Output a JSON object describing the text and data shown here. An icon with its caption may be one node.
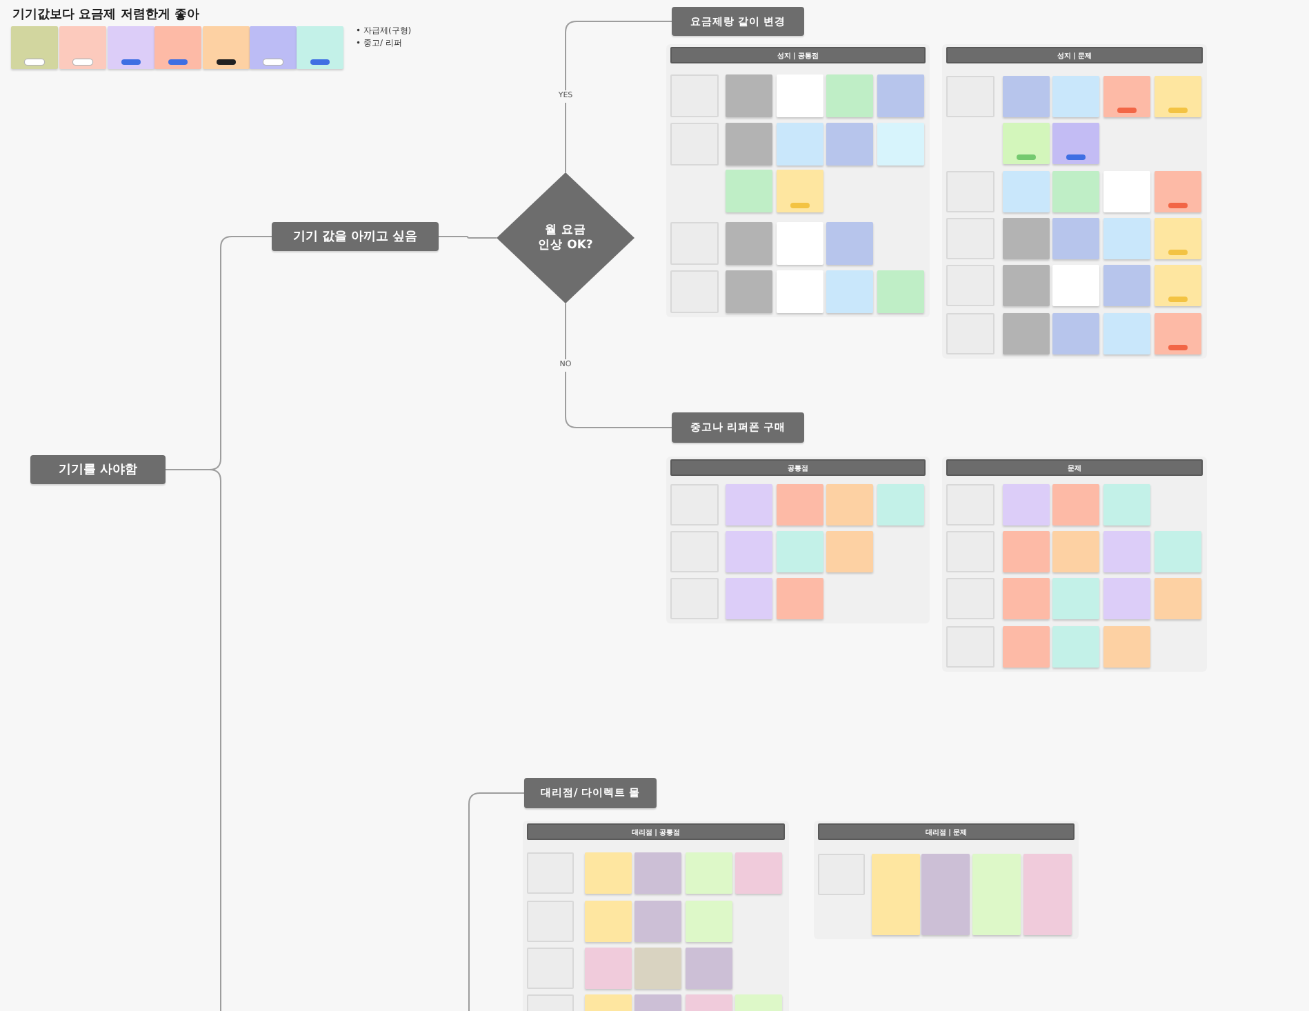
{
  "diagram": {
    "title": "기기값보다 요금제 저렴한게 좋아",
    "nodes": [
      {
        "text": [],
        "shape": "box"
      },
      {
        "text": [],
        "shape": "box"
      },
      {
        "text": [],
        "shape": "box"
      },
      {
        "text": [],
        "shape": "box"
      },
      {
        "text": [],
        "shape": "box"
      },
      {
        "text": [],
        "shape": "box"
      },
      {
        "text": [],
        "shape": "box"
      },
      {
        "text": [
          "기기를 사야함"
        ]
      },
      {
        "text": [
          "기기 값을 아끼고 싶음"
        ]
      },
      {
        "text": [
          "월 요금 인상 OK?"
        ]
      },
      {
        "text": [
          "요금제랑 같이 변경"
        ]
      },
      {
        "text": [
          "성지 | 공통점"
        ]
      },
      {
        "text": [],
        "shape": "box",
        "in": 11
      },
      {
        "text": [],
        "shape": "box",
        "in": 11
      },
      {
        "text": [],
        "shape": "box",
        "in": 11
      },
      {
        "text": [],
        "shape": "box",
        "in": 11
      },
      {
        "text": [],
        "shape": "box",
        "in": 11
      },
      {
        "text": [],
        "shape": "box",
        "in": 11
      },
      {
        "text": [],
        "shape": "box",
        "in": 11
      },
      {
        "text": [],
        "shape": "box",
        "in": 11
      },
      {
        "text": [],
        "shape": "box",
        "in": 11
      },
      {
        "text": [],
        "shape": "box",
        "in": 11
      },
      {
        "text": [],
        "shape": "box",
        "in": 11
      },
      {
        "text": [],
        "shape": "box",
        "in": 11
      },
      {
        "text": [],
        "shape": "box",
        "in": 11
      },
      {
        "text": [],
        "shape": "box",
        "in": 11
      },
      {
        "text": [],
        "shape": "box",
        "in": 11
      },
      {
        "text": [],
        "shape": "box",
        "in": 11
      },
      {
        "text": [],
        "shape": "box",
        "in": 11
      },
      {
        "text": [],
        "shape": "box",
        "in": 11
      },
      {
        "text": [],
        "shape": "box",
        "in": 11
      },
      {
        "text": [],
        "shape": "box",
        "in": 11
      },
      {
        "text": [],
        "shape": "box",
        "in": 11
      },
      {
        "text": [
          "성지 | 문제"
        ]
      },
      {
        "text": [],
        "shape": "box",
        "in": 33
      },
      {
        "text": [],
        "shape": "box",
        "in": 33
      },
      {
        "text": [],
        "shape": "box",
        "in": 33
      },
      {
        "text": [],
        "shape": "box",
        "in": 33
      },
      {
        "text": [],
        "shape": "box",
        "in": 33
      },
      {
        "text": [],
        "shape": "box",
        "in": 33
      },
      {
        "text": [],
        "shape": "box",
        "in": 33
      },
      {
        "text": [],
        "shape": "box",
        "in": 33
      },
      {
        "text": [],
        "shape": "box",
        "in": 33
      },
      {
        "text": [],
        "shape": "box",
        "in": 33
      },
      {
        "text": [],
        "shape": "box",
        "in": 33
      },
      {
        "text": [],
        "shape": "box",
        "in": 33
      },
      {
        "text": [],
        "shape": "box",
        "in": 33
      },
      {
        "text": [],
        "shape": "box",
        "in": 33
      },
      {
        "text": [],
        "shape": "box",
        "in": 33
      },
      {
        "text": [],
        "shape": "box",
        "in": 33
      },
      {
        "text": [],
        "shape": "box",
        "in": 33
      },
      {
        "text": [],
        "shape": "box",
        "in": 33
      },
      {
        "text": [],
        "shape": "box",
        "in": 33
      },
      {
        "text": [],
        "shape": "box",
        "in": 33
      },
      {
        "text": [],
        "shape": "box",
        "in": 33
      },
      {
        "text": [],
        "shape": "box",
        "in": 33
      },
      {
        "text": [],
        "shape": "box",
        "in": 33
      },
      {
        "text": [],
        "shape": "box",
        "in": 33
      },
      {
        "text": [],
        "shape": "box",
        "in": 33
      },
      {
        "text": [],
        "shape": "box",
        "in": 33
      },
      {
        "text": [],
        "shape": "box",
        "in": 33
      },
      {
        "text": [
          "중고나 리퍼폰 구매"
        ]
      },
      {
        "text": [
          "공통점"
        ]
      },
      {
        "text": [],
        "shape": "box",
        "in": 62
      },
      {
        "text": [],
        "shape": "box",
        "in": 62
      },
      {
        "text": [],
        "shape": "box",
        "in": 62
      },
      {
        "text": [],
        "shape": "box",
        "in": 62
      },
      {
        "text": [],
        "shape": "box",
        "in": 62
      },
      {
        "text": [],
        "shape": "box",
        "in": 62
      },
      {
        "text": [],
        "shape": "box",
        "in": 62
      },
      {
        "text": [],
        "shape": "box",
        "in": 62
      },
      {
        "text": [],
        "shape": "box",
        "in": 62
      },
      {
        "text": [],
        "shape": "box",
        "in": 62
      },
      {
        "text": [],
        "shape": "box",
        "in": 62
      },
      {
        "text": [],
        "shape": "box",
        "in": 62
      },
      {
        "text": [
          "문제"
        ]
      },
      {
        "text": [],
        "shape": "box",
        "in": 75
      },
      {
        "text": [],
        "shape": "box",
        "in": 75
      },
      {
        "text": [],
        "shape": "box",
        "in": 75
      },
      {
        "text": [],
        "shape": "box",
        "in": 75
      },
      {
        "text": [],
        "shape": "box",
        "in": 75
      },
      {
        "text": [],
        "shape": "box",
        "in": 75
      },
      {
        "text": [],
        "shape": "box",
        "in": 75
      },
      {
        "text": [],
        "shape": "box",
        "in": 75
      },
      {
        "text": [],
        "shape": "box",
        "in": 75
      },
      {
        "text": [],
        "shape": "box",
        "in": 75
      },
      {
        "text": [],
        "shape": "box",
        "in": 75
      },
      {
        "text": [],
        "shape": "box",
        "in": 75
      },
      {
        "text": [],
        "shape": "box",
        "in": 75
      },
      {
        "text": [],
        "shape": "box",
        "in": 75
      },
      {
        "text": [],
        "shape": "box",
        "in": 75
      },
      {
        "text": [],
        "shape": "box",
        "in": 75
      },
      {
        "text": [],
        "shape": "box",
        "in": 75
      },
      {
        "text": [],
        "shape": "box",
        "in": 75
      },
      {
        "text": [
          "대리점/ 다이렉트 몰"
        ]
      },
      {
        "text": [
          "대리점 | 공통점"
        ]
      },
      {
        "text": [],
        "shape": "box",
        "in": 95
      },
      {
        "text": [],
        "shape": "box",
        "in": 95
      },
      {
        "text": [],
        "shape": "box",
        "in": 95
      },
      {
        "text": [],
        "shape": "box",
        "in": 95
      },
      {
        "text": [],
        "shape": "box",
        "in": 95
      },
      {
        "text": [],
        "shape": "box",
        "in": 95
      },
      {
        "text": [],
        "shape": "box",
        "in": 95
      },
      {
        "text": [],
        "shape": "box",
        "in": 95
      },
      {
        "text": [],
        "shape": "box",
        "in": 95
      },
      {
        "text": [],
        "shape": "box",
        "in": 95
      },
      {
        "text": [],
        "shape": "box",
        "in": 95
      },
      {
        "text": [],
        "shape": "box",
        "in": 95
      },
      {
        "text": [],
        "shape": "box",
        "in": 95
      },
      {
        "text": [],
        "shape": "box",
        "in": 95
      },
      {
        "text": [],
        "shape": "box",
        "in": 95
      },
      {
        "text": [],
        "shape": "box",
        "in": 95
      },
      {
        "text": [],
        "shape": "box",
        "in": 95
      },
      {
        "text": [],
        "shape": "box",
        "in": 95
      },
      {
        "text": [
          "대리점 | 문제"
        ]
      },
      {
        "text": [],
        "shape": "box",
        "in": 114
      },
      {
        "text": [],
        "shape": "box",
        "in": 114
      },
      {
        "text": [],
        "shape": "box",
        "in": 114
      },
      {
        "text": [],
        "shape": "box",
        "in": 114
      },
      {
        "text": [],
        "shape": "box",
        "in": 114
      }
    ],
    "edges": [
      {
        "from": 7,
        "to": 8,
        "arrow": "none"
      },
      {
        "from": 8,
        "to": 9,
        "arrow": "none"
      },
      {
        "from": 9,
        "to": 10,
        "arrow": "none",
        "label": "YES"
      },
      {
        "from": 9,
        "to": 61,
        "arrow": "none",
        "label": "NO"
      },
      {
        "from": 7,
        "to": null,
        "arrow": "none"
      },
      {
        "from": null,
        "to": 94,
        "arrow": "none"
      }
    ],
    "labels": [
      "• 자급제(구형)",
      "• 중고/ 리퍼"
    ]
  }
}
